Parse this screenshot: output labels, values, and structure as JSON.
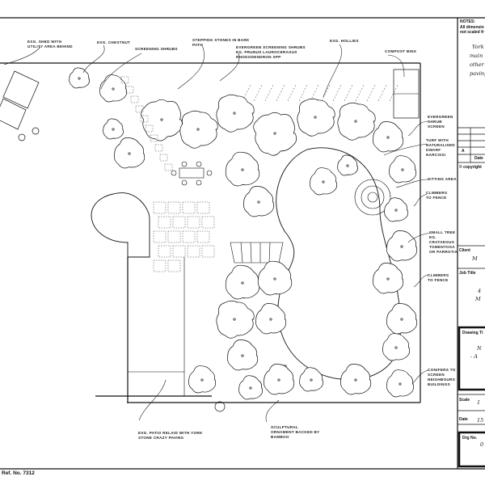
{
  "plan": {
    "labels": [
      "Exg. shed with utility area behind",
      "Exg. chestnut",
      "Screening shrubs",
      "Stepping stones in bark path",
      "Evergreen screening shrubs eg. Prunus laurocerasus Rhododendron spp",
      "Exg. hollies",
      "Compost bins",
      "Evergreen shrub screen",
      "Turf with naturalised dwarf narcissi",
      "Sitting area",
      "Climbers to fence",
      "Small tree eg. Crataegus tomentosa or Parrotia",
      "Climbers to fence",
      "Conifers to screen neighbours buildings",
      "Exg. patio relaid with York stone crazy paving",
      "Sculptural ornament backed by bamboo"
    ],
    "ref_no": "Ref. No. 7312"
  },
  "title_block": {
    "notes_heading": "NOTES:",
    "notes_line1": "All dimensio",
    "notes_line2": "not scaled fr",
    "handwritten_notes": [
      "York",
      "main",
      "other",
      "paving"
    ],
    "revision": "A",
    "date_col": "Date",
    "copyright": "© copyright",
    "client_label": "Client",
    "client_value": "M",
    "job_title_label": "Job Title",
    "job_title_value": [
      "4",
      "M"
    ],
    "drawing_title_label": "Drawing Ti",
    "drawing_title_value": [
      "N",
      "- A"
    ],
    "scale_label": "Scale",
    "scale_value": "1",
    "date_label": "Date",
    "date_value": "15",
    "drg_no_label": "Drg No.",
    "drg_no_value": "0"
  }
}
